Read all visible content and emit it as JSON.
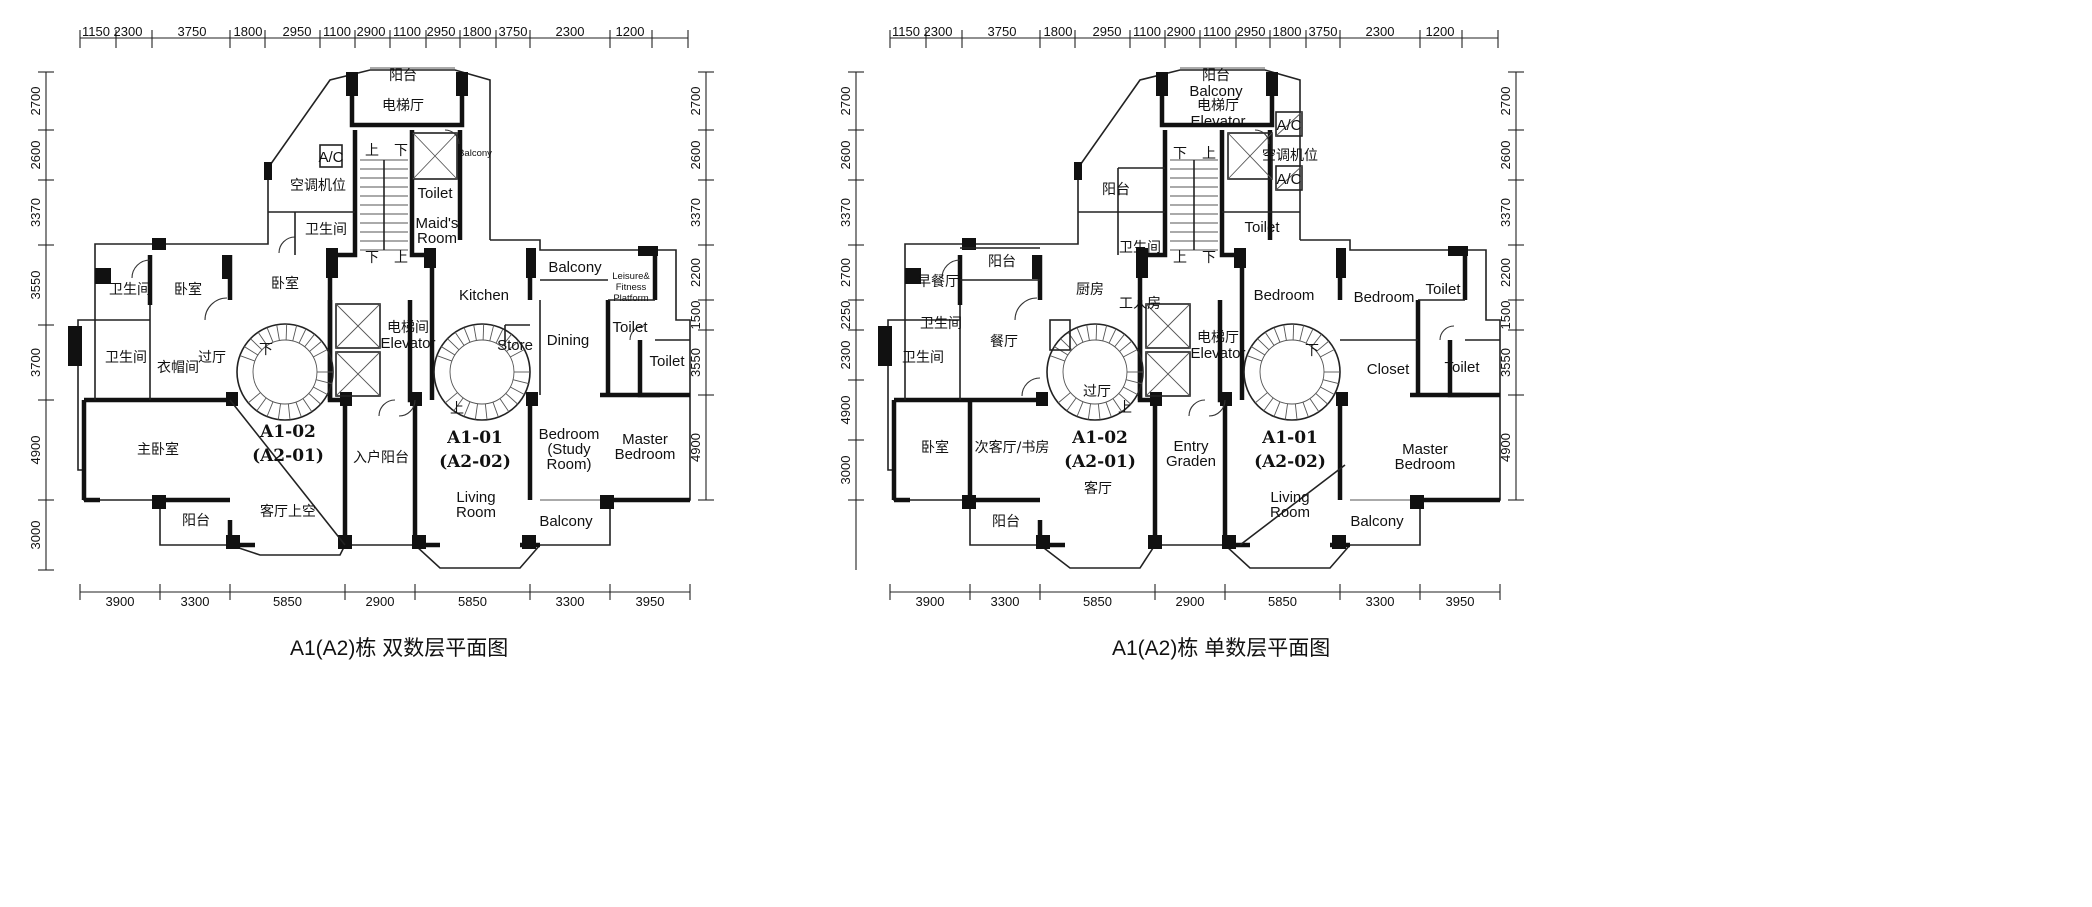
{
  "dims": {
    "top": [
      "1150",
      "2300",
      "3750",
      "1800",
      "2950",
      "1100",
      "2900",
      "1100",
      "2950",
      "1800",
      "3750",
      "2300",
      "1200"
    ],
    "bottom": [
      "3900",
      "3300",
      "5850",
      "2900",
      "5850",
      "3300",
      "3950"
    ],
    "left": [
      "2700",
      "2600",
      "3370",
      "3550",
      "3700",
      "4900",
      "3000"
    ],
    "right": [
      "2700",
      "2600",
      "3370",
      "2200",
      "1500",
      "3550",
      "4900"
    ],
    "right_plan_left": [
      "2700",
      "2600",
      "3370",
      "2700",
      "2250",
      "2300",
      "4900",
      "3000"
    ],
    "right_plan_right": [
      "2700",
      "2600",
      "3370",
      "2200",
      "1500",
      "3550",
      "4900"
    ]
  },
  "left_plan": {
    "caption": "A1(A2)栋  双数层平面图",
    "unit_a1_02": "A1-02",
    "unit_a2_01": "(A2-01)",
    "unit_a1_01": "A1-01",
    "unit_a2_02": "(A2-02)",
    "rooms": {
      "balcony_top": "阳台",
      "elev_hall": "电梯厅",
      "ac": "A/C",
      "ac_pos": "空调机位",
      "wc_top": "卫生间",
      "up1": "上",
      "down1": "下",
      "down2": "下",
      "up2": "上",
      "toilet_maid": "Toilet",
      "maids_room_1": "Maid's",
      "maids_room_2": "Room",
      "balcony_small": "Balcony",
      "wc_left_top": "卫生间",
      "bedroom_a": "卧室",
      "bedroom_b": "卧室",
      "wc_left_mid": "卫生间",
      "cloak": "衣帽间",
      "hall": "过厅",
      "master_bed_cn": "主卧室",
      "balcony_bottom_cn": "阳台",
      "living_void": "客厅上空",
      "elev_room_cn": "电梯间",
      "elevator_en": "Elevator",
      "entry_balcony": "入户阳台",
      "kitchen": "Kitchen",
      "store": "Store",
      "dining": "Dining",
      "balcony_right_top": "Balcony",
      "leisure_1": "Leisure&",
      "leisure_2": "Fitness",
      "leisure_3": "Platform",
      "toilet_r1": "Toilet",
      "toilet_r2": "Toilet",
      "study_1": "Bedroom",
      "study_2": "(Study",
      "study_3": "Room)",
      "master_1": "Master",
      "master_2": "Bedroom",
      "living_1": "Living",
      "living_2": "Room",
      "balcony_bottom_en": "Balcony",
      "up3": "上",
      "down3": "下"
    }
  },
  "right_plan": {
    "caption": "A1(A2)栋  单数层平面图",
    "unit_a1_02": "A1-02",
    "unit_a2_01": "(A2-01)",
    "unit_a1_01": "A1-01",
    "unit_a2_02": "(A2-02)",
    "rooms": {
      "balcony_top_cn": "阳台",
      "balcony_top_en": "Balcony",
      "elev_hall_cn": "电梯厅",
      "elev_hall_en": "Elevator",
      "ac1": "A/C",
      "ac2": "A/C",
      "ac_pos": "空调机位",
      "balcony_cn": "阳台",
      "wc": "卫生间",
      "worker_room": "工人房",
      "toilet_top": "Toilet",
      "down1": "下",
      "up1": "上",
      "up2": "上",
      "down2": "下",
      "balcony_mid": "阳台",
      "breakfast": "早餐厅",
      "wc_a": "卫生间",
      "wc_b": "卫生间",
      "dining_cn": "餐厅",
      "kitchen_cn": "厨房",
      "hall_cn": "过厅",
      "up3": "上",
      "elev_cn": "电梯厅",
      "elevator_en": "Elevator",
      "bedroom_cn": "卧室",
      "guest_study": "次客厅/书房",
      "living_cn": "客厅",
      "balcony_bottom_cn": "阳台",
      "entry_1": "Entry",
      "entry_2": "Graden",
      "bedroom_1": "Bedroom",
      "bedroom_2": "Bedroom",
      "toilet_1": "Toilet",
      "toilet_2": "Toilet",
      "closet": "Closet",
      "down3": "下",
      "master_1": "Master",
      "master_2": "Bedroom",
      "living_1": "Living",
      "living_2": "Room",
      "balcony_bottom_en": "Balcony"
    }
  }
}
